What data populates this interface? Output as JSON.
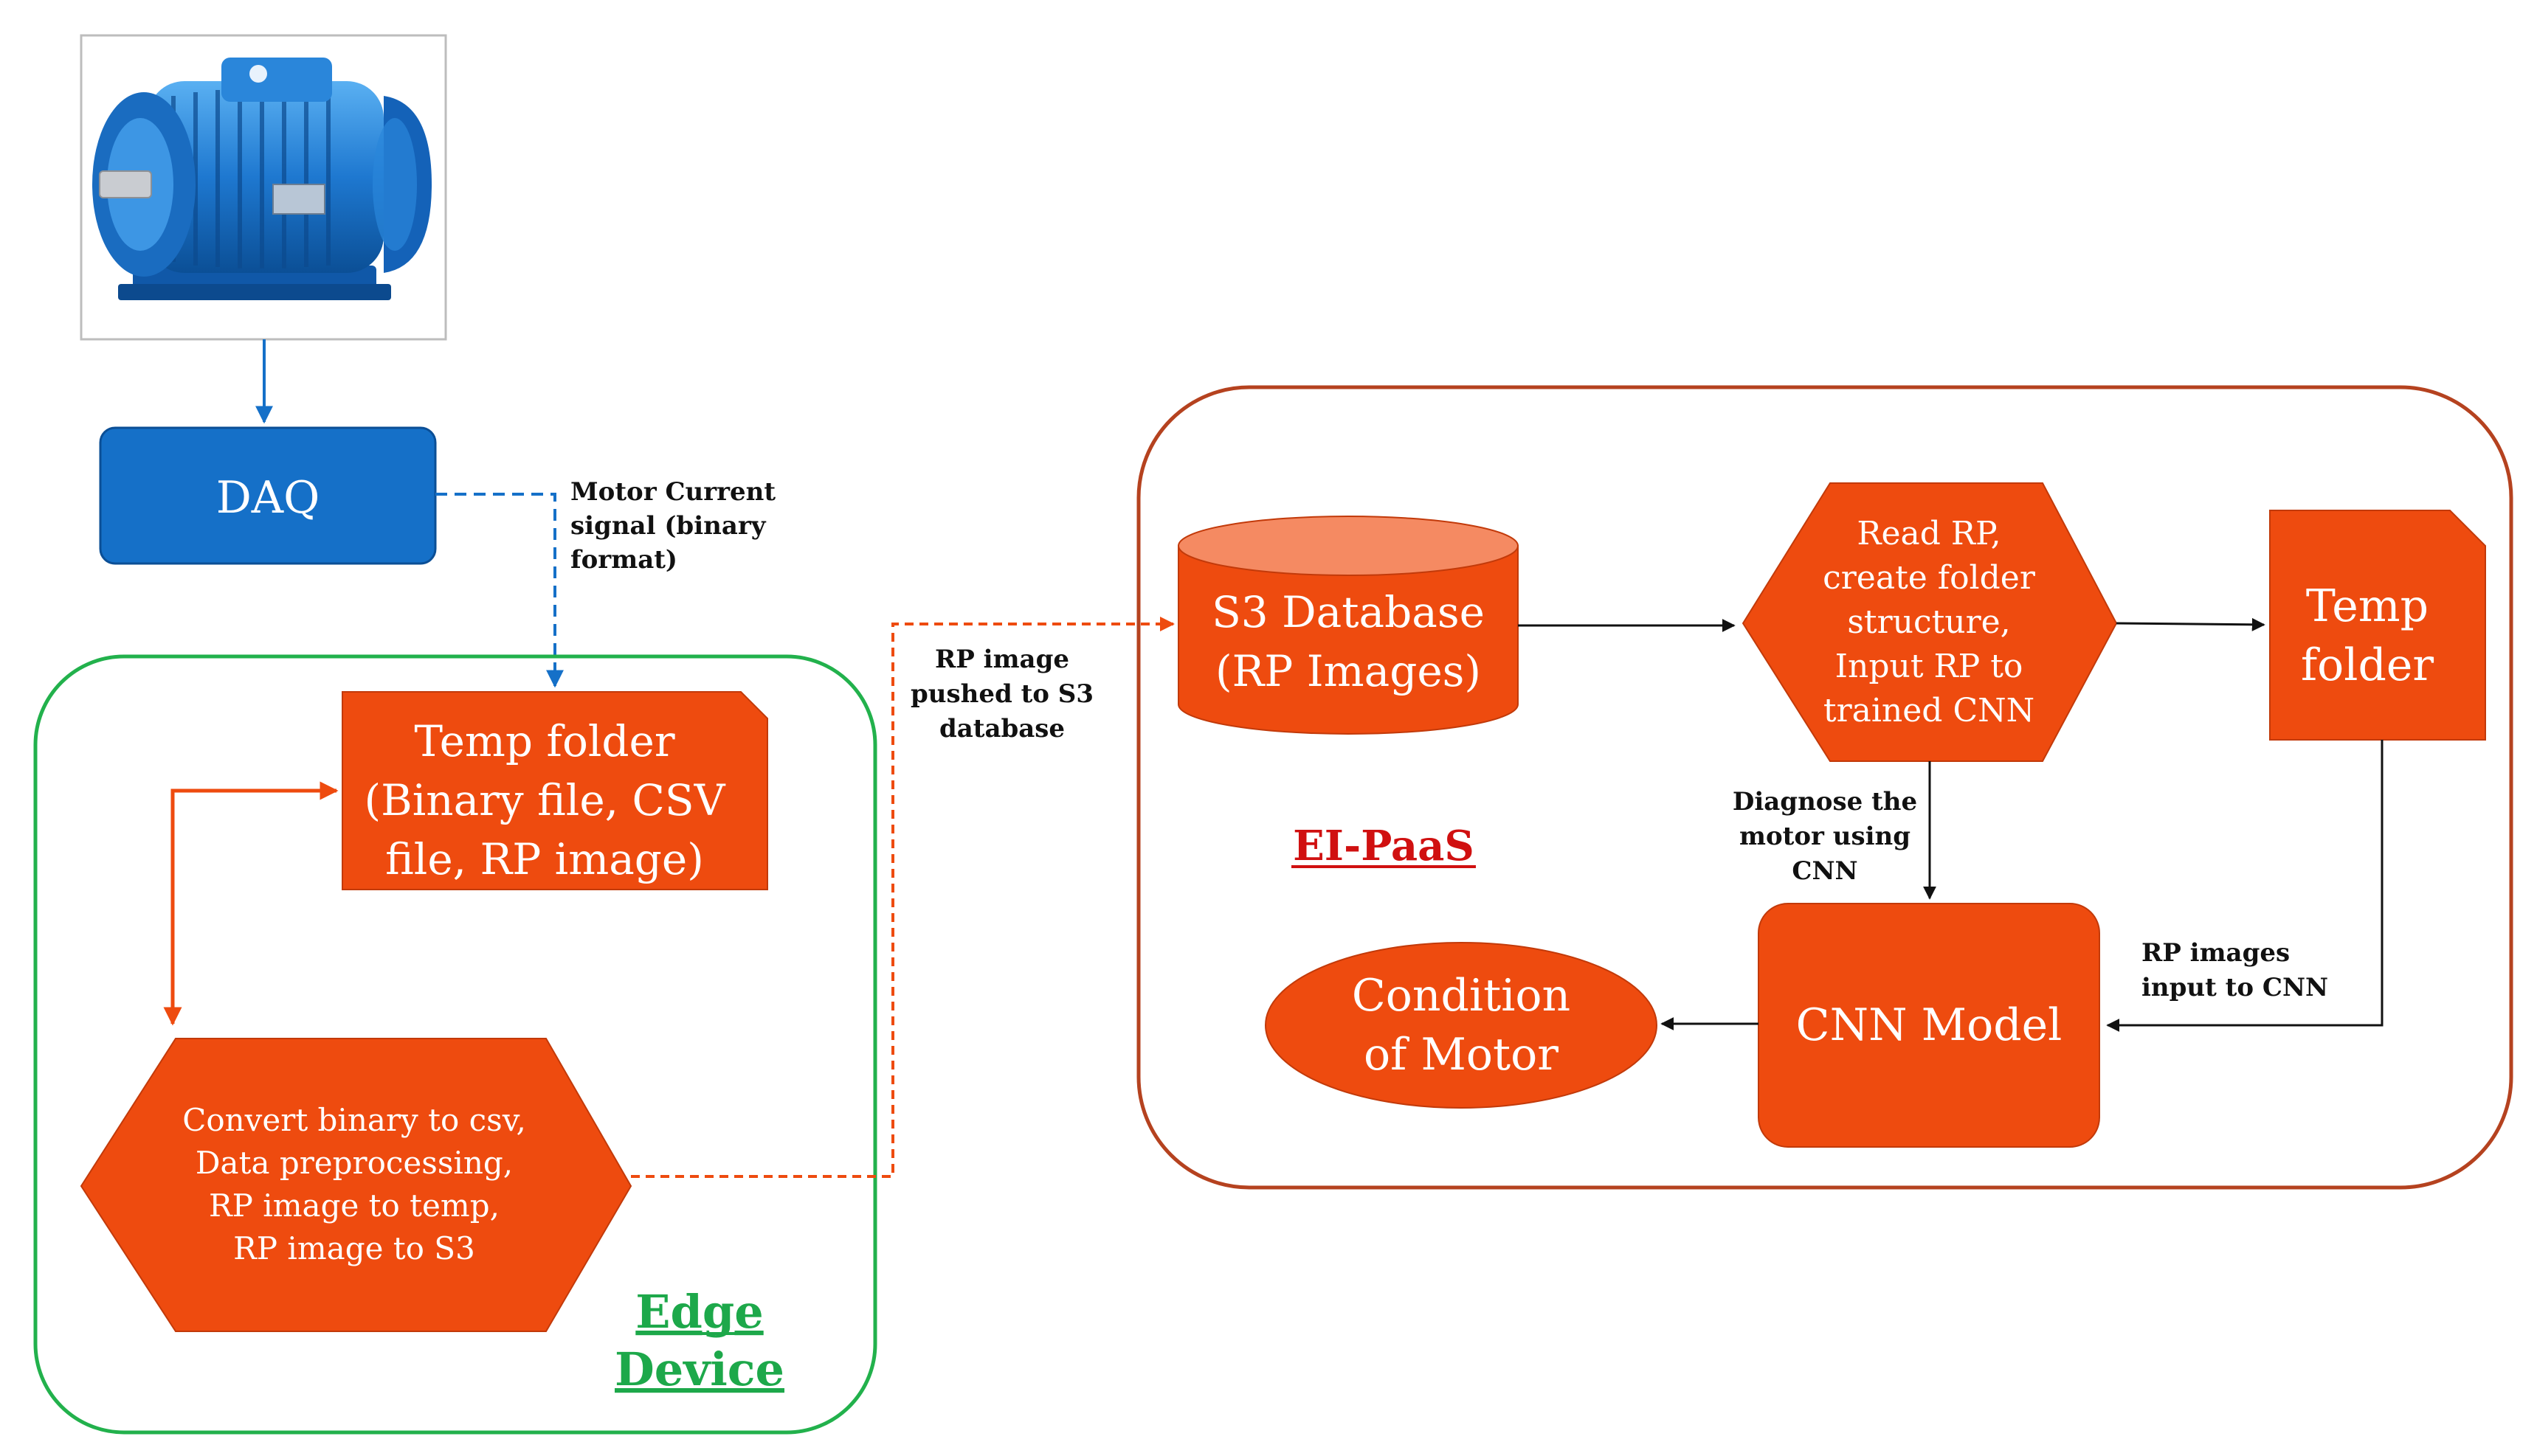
{
  "colors": {
    "orange": "#EE4B0F",
    "orange_dark": "#C23A0A",
    "blue": "#1570C8",
    "blue_dark": "#0B4F96",
    "green_border": "#22B14C",
    "green_text": "#1DA84A",
    "red_border": "#B5421F",
    "red_text": "#D01010",
    "black": "#111111"
  },
  "motor": {
    "icon": "electric-motor-icon"
  },
  "daq": {
    "label": "DAQ"
  },
  "edge_device": {
    "title_line1": "Edge",
    "title_line2": "Device",
    "temp_folder": {
      "line1": "Temp folder",
      "line2": "(Binary file, CSV",
      "line3": "file, RP image)"
    },
    "process": {
      "line1": "Convert binary to csv,",
      "line2": "Data preprocessing,",
      "line3": "RP image to temp,",
      "line4": "RP image to S3"
    }
  },
  "edge_labels": {
    "motor_current": {
      "line1": "Motor Current",
      "line2": "signal (binary",
      "line3": "format)"
    },
    "rp_pushed": {
      "line1": "RP image",
      "line2": "pushed to S3",
      "line3": "database"
    }
  },
  "ei_paas": {
    "title": "EI-PaaS",
    "s3_db": {
      "line1": "S3 Database",
      "line2": "(RP Images)"
    },
    "read_rp": {
      "line1": "Read RP,",
      "line2": "create folder",
      "line3": "structure,",
      "line4": "Input RP to",
      "line5": "trained CNN"
    },
    "temp_folder": {
      "line1": "Temp",
      "line2": "folder"
    },
    "cnn_model": {
      "label": "CNN Model"
    },
    "condition": {
      "line1": "Condition",
      "line2": "of Motor"
    },
    "diagnose_label": {
      "line1": "Diagnose the",
      "line2": "motor using",
      "line3": "CNN"
    },
    "rp_input_label": {
      "line1": "RP images",
      "line2": "input to CNN"
    }
  }
}
